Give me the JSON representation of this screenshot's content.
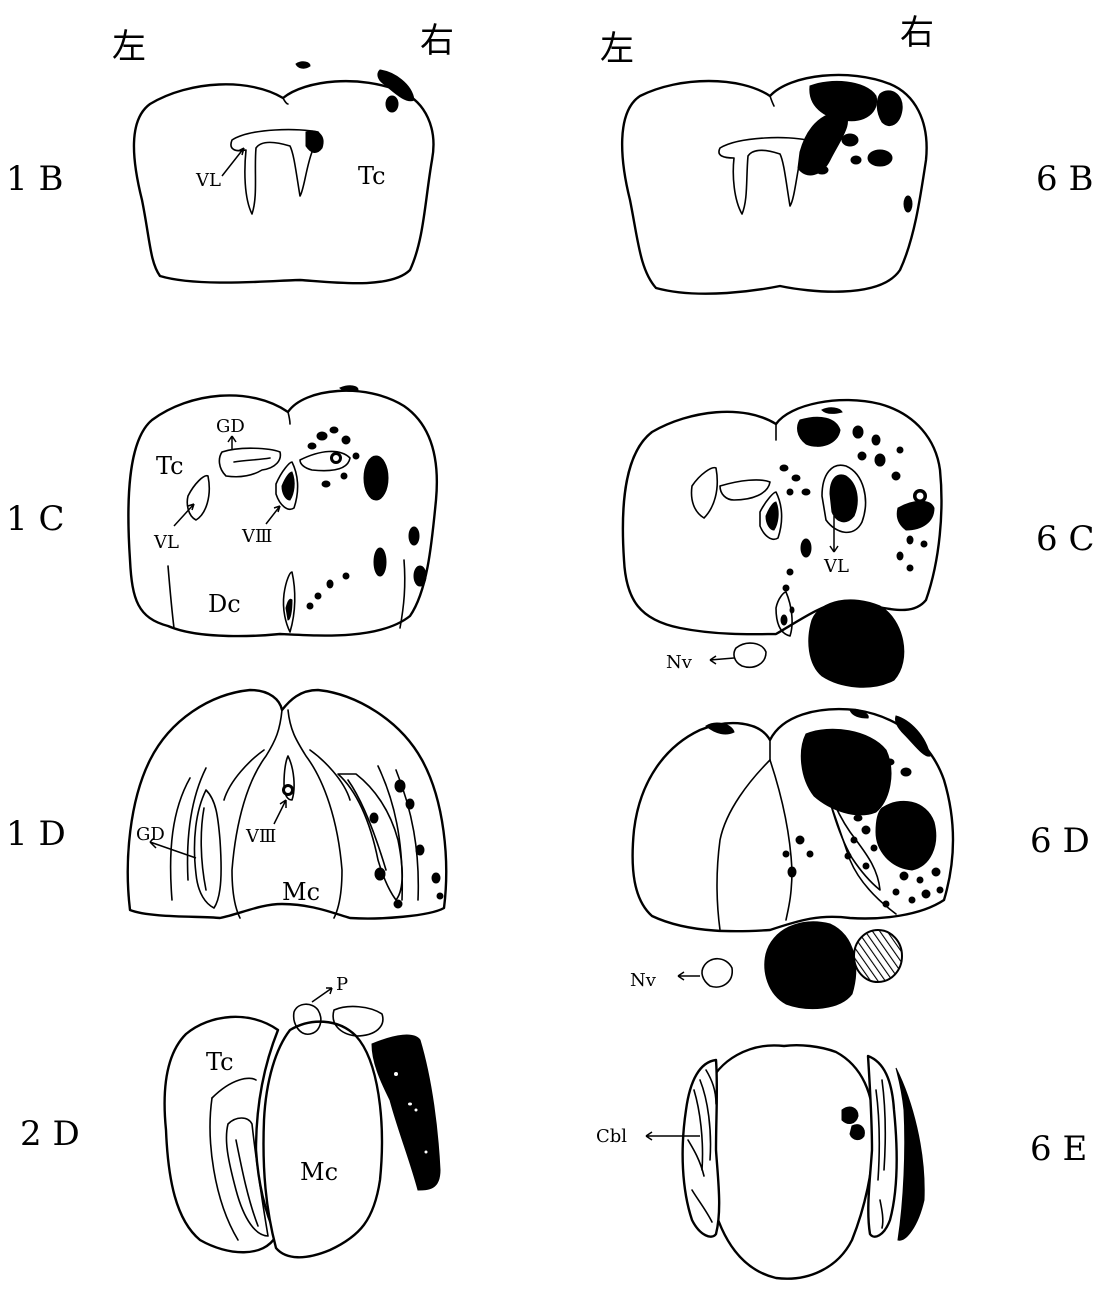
{
  "side_labels": {
    "left_panel_left": "左",
    "left_panel_right": "右",
    "right_panel_left": "左",
    "right_panel_right": "右"
  },
  "row_labels": {
    "r1_left": "1 B",
    "r1_right": "6 B",
    "r2_left": "1 C",
    "r2_right": "6 C",
    "r3_left": "1 D",
    "r3_right": "6 D",
    "r4_left": "2 D",
    "r4_right": "6 E"
  },
  "structures": {
    "vl": "VL",
    "tc": "Tc",
    "gd": "GD",
    "v3": "VⅢ",
    "dc": "Dc",
    "mc": "Mc",
    "p": "P",
    "nv": "Nv",
    "cbl": "Cbl"
  },
  "colors": {
    "ink": "#000000",
    "paper": "#ffffff"
  }
}
